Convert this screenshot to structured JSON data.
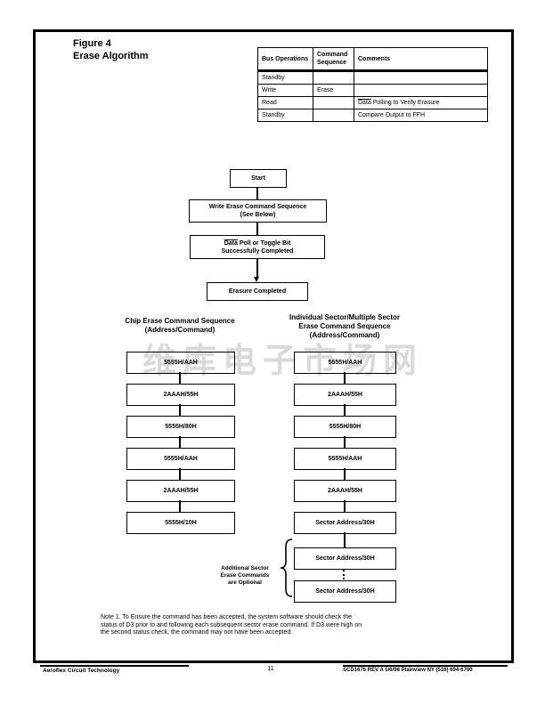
{
  "page": {
    "figure_label": "Figure 4",
    "figure_title": "Erase Algorithm"
  },
  "bus_table": {
    "headers": [
      "Bus Operations",
      "Command Sequence",
      "Comments"
    ],
    "rows": [
      {
        "bus": "Standby",
        "cmd": "",
        "comment": ""
      },
      {
        "bus": "Write",
        "cmd": "Erase",
        "comment": ""
      },
      {
        "bus": "Read",
        "cmd": "",
        "comment_overline": "Data",
        "comment_rest": " Polling to Verify Erasure"
      },
      {
        "bus": "Standby",
        "cmd": "",
        "comment": "Compare Output to FFH"
      }
    ]
  },
  "flowchart": {
    "start": "Start",
    "step2_line1": "Write Erase Command Sequence",
    "step2_line2": "(See Below)",
    "step3_overline": "Data",
    "step3_line1_rest": " Poll or Toggle Bit",
    "step3_line2": "Successfully Completed",
    "step4": "Erasure Completed"
  },
  "chip_sequence": {
    "title_line1": "Chip Erase Command Sequence",
    "title_line2": "(Address/Command)",
    "steps": [
      "5555H/AAH",
      "2AAAH/55H",
      "5555H/80H",
      "5555H/AAH",
      "2AAAH/55H",
      "5555H/10H"
    ]
  },
  "sector_sequence": {
    "title_line1": "Individual Sector/Multiple Sector",
    "title_line2": "Erase Command Sequence",
    "title_line3": "(Address/Command)",
    "steps": [
      "5555H/AAH",
      "2AAAH/55H",
      "5555H/80H",
      "5555H/AAH",
      "2AAAH/55H",
      "Sector Address/30H",
      "Sector Address/30H",
      "Sector Address/30H"
    ],
    "optional_line1": "Additional Sector",
    "optional_line2": "Erase Commands",
    "optional_line3": "are Optional"
  },
  "note": {
    "line1": "Note 1. To Ensure the command has been accepted, the system software should check the",
    "line2": "status of D3 prior to and following each subsequent sector erase command. If D3 were high on",
    "line3": "the second status check, the command may not have been accepted."
  },
  "footer": {
    "company": "Aeroflex Circuit Technology",
    "page_number": "11",
    "doc_info": "SCD1676 REV A  5/6/98    Plainview NY (516) 694-6700"
  },
  "watermark": {
    "text": "维库电子市场网",
    "color": "#dadada"
  }
}
